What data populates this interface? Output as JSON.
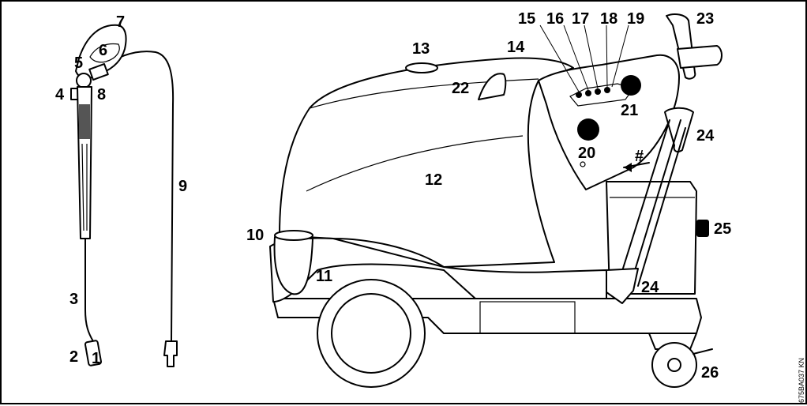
{
  "callouts": {
    "c1": "1",
    "c2": "2",
    "c3": "3",
    "c4": "4",
    "c5": "5",
    "c6": "6",
    "c7": "7",
    "c8": "8",
    "c9": "9",
    "c10": "10",
    "c11": "11",
    "c12": "12",
    "c13": "13",
    "c14": "14",
    "c15": "15",
    "c16": "16",
    "c17": "17",
    "c18": "18",
    "c19": "19",
    "c20": "20",
    "c21": "21",
    "c22": "22",
    "c23": "23",
    "c24a": "24",
    "c24b": "24",
    "c25": "25",
    "c26": "26",
    "hash": "#"
  },
  "doc_id": "675BA037 KN"
}
